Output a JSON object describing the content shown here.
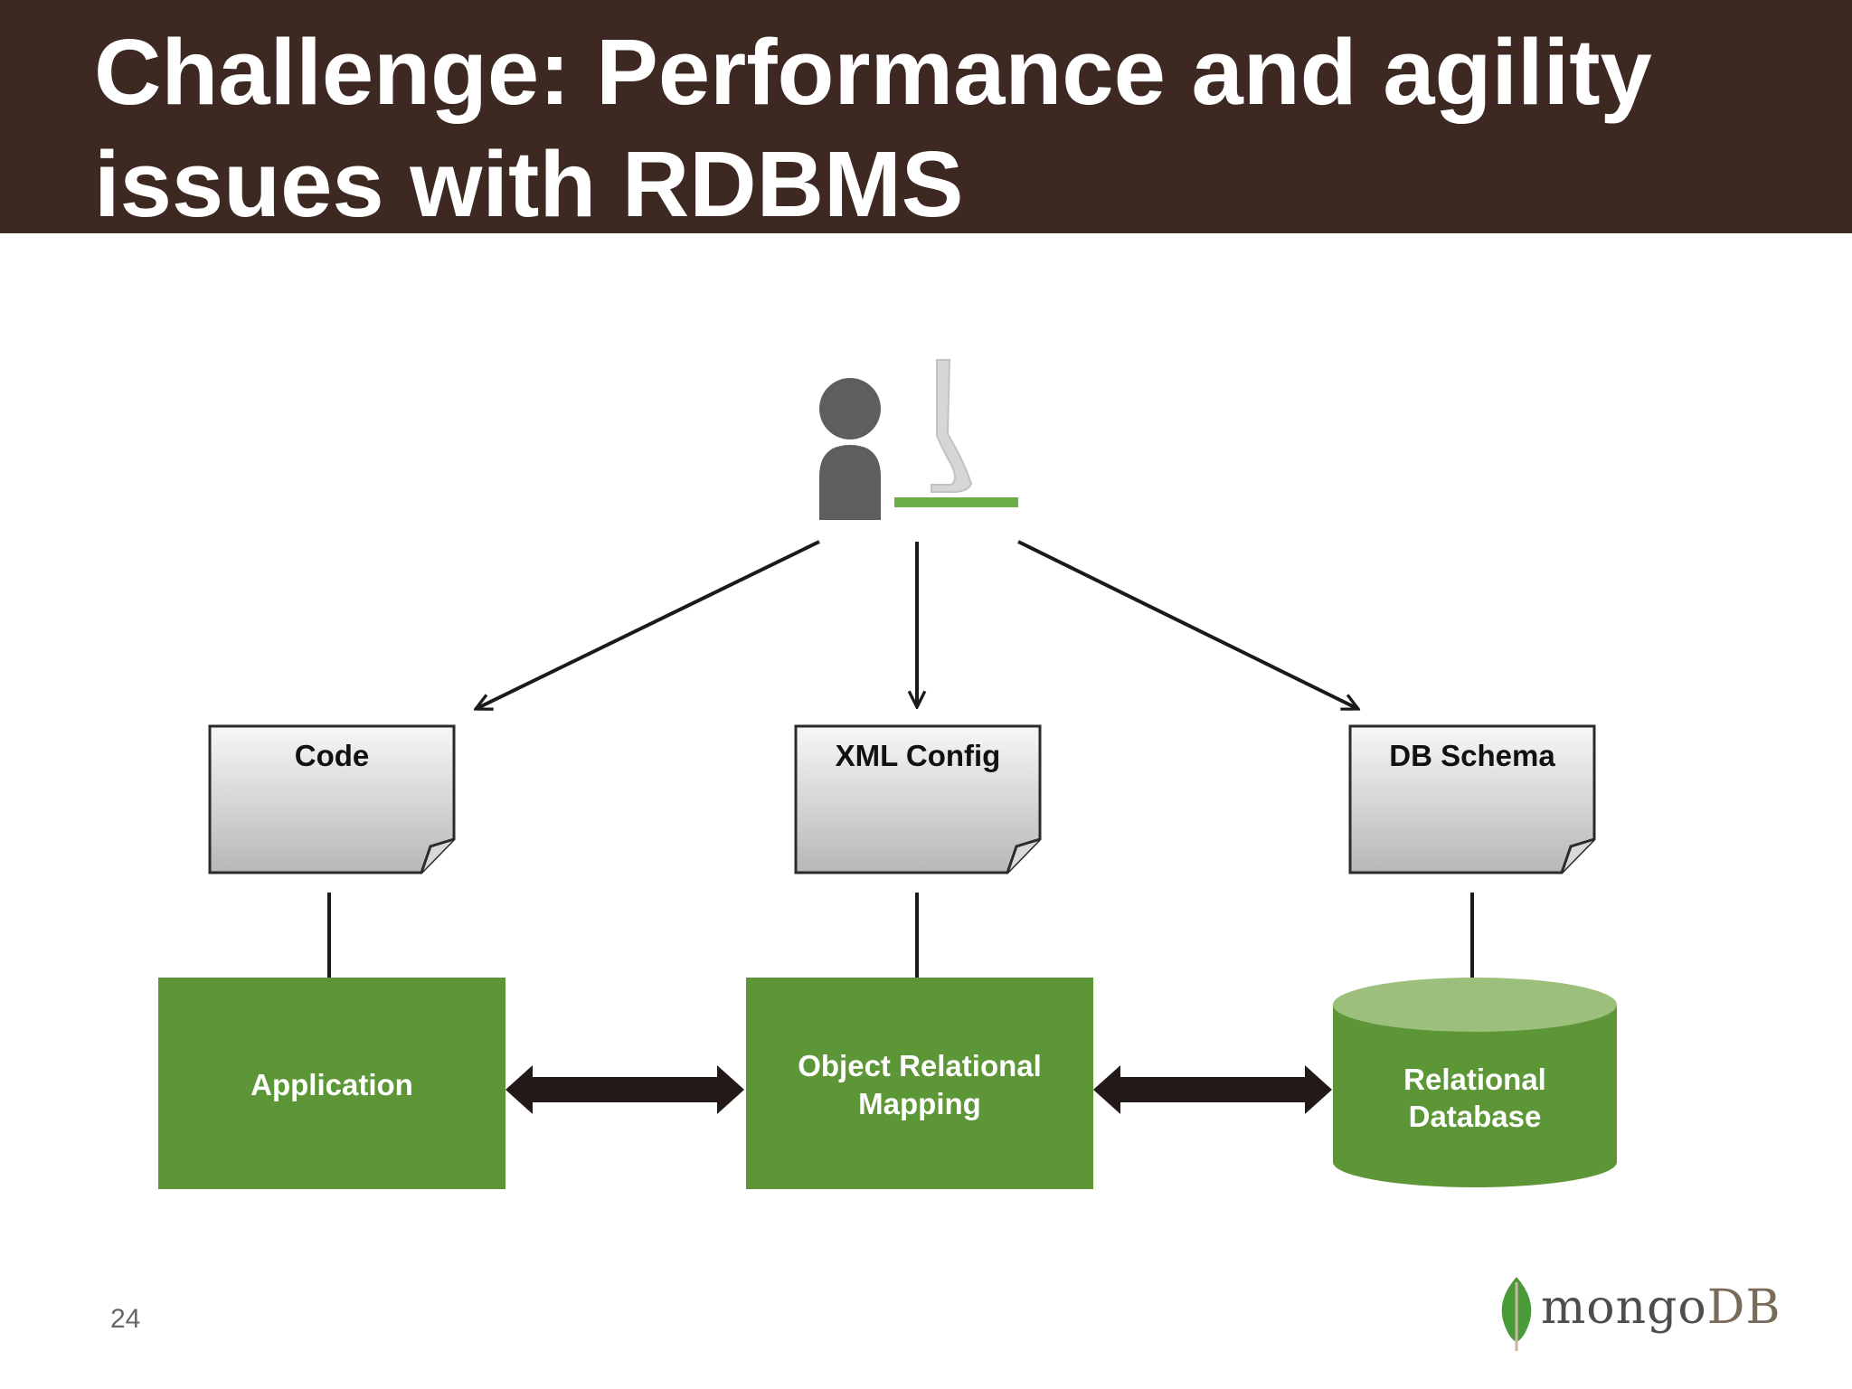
{
  "title": {
    "line1": "Challenge: Performance and agility",
    "line2": "issues with RDBMS"
  },
  "diagram": {
    "documents": [
      {
        "label": "Code"
      },
      {
        "label": "XML Config"
      },
      {
        "label": "DB Schema"
      }
    ],
    "components": [
      {
        "lines": [
          "Application"
        ]
      },
      {
        "lines": [
          "Object Relational",
          "Mapping"
        ]
      },
      {
        "lines": [
          "Relational",
          "Database"
        ]
      }
    ]
  },
  "colors": {
    "title_bar": "#3d2822",
    "green": "#5c9636",
    "green_light": "#9dbf7c",
    "person": "#5e5e5e",
    "arrow": "#1a1a1a"
  },
  "icons": [
    "person-icon",
    "monitor-icon",
    "mongodb-leaf-icon"
  ],
  "footer": {
    "page_number": "24",
    "logo_word_part1": "mongo",
    "logo_word_part2": "DB"
  }
}
